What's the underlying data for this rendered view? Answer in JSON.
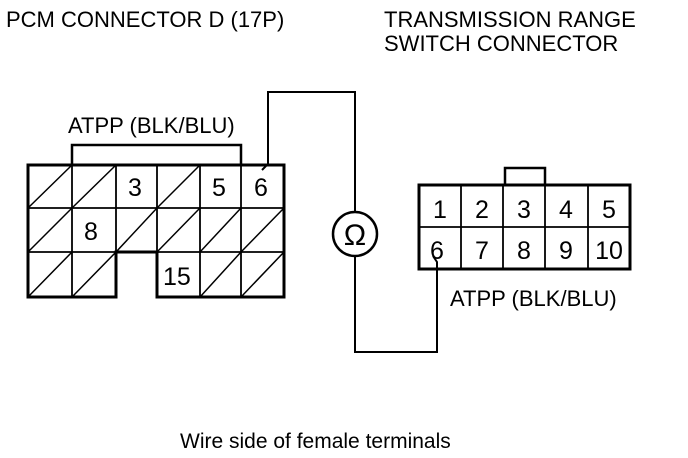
{
  "left_connector": {
    "title": "PCM CONNECTOR D (17P)",
    "wire_label": "ATPP (BLK/BLU)",
    "pins": {
      "p3": "3",
      "p5": "5",
      "p6": "6",
      "p8": "8",
      "p15": "15"
    }
  },
  "right_connector": {
    "title_line1": "TRANSMISSION RANGE",
    "title_line2": "SWITCH CONNECTOR",
    "wire_label": "ATPP (BLK/BLU)",
    "pins": [
      "1",
      "2",
      "3",
      "4",
      "5",
      "6",
      "7",
      "8",
      "9",
      "10"
    ]
  },
  "meter": {
    "symbol": "Ω"
  },
  "caption": "Wire side of female terminals",
  "colors": {
    "ink": "#000000",
    "background": "#ffffff"
  }
}
